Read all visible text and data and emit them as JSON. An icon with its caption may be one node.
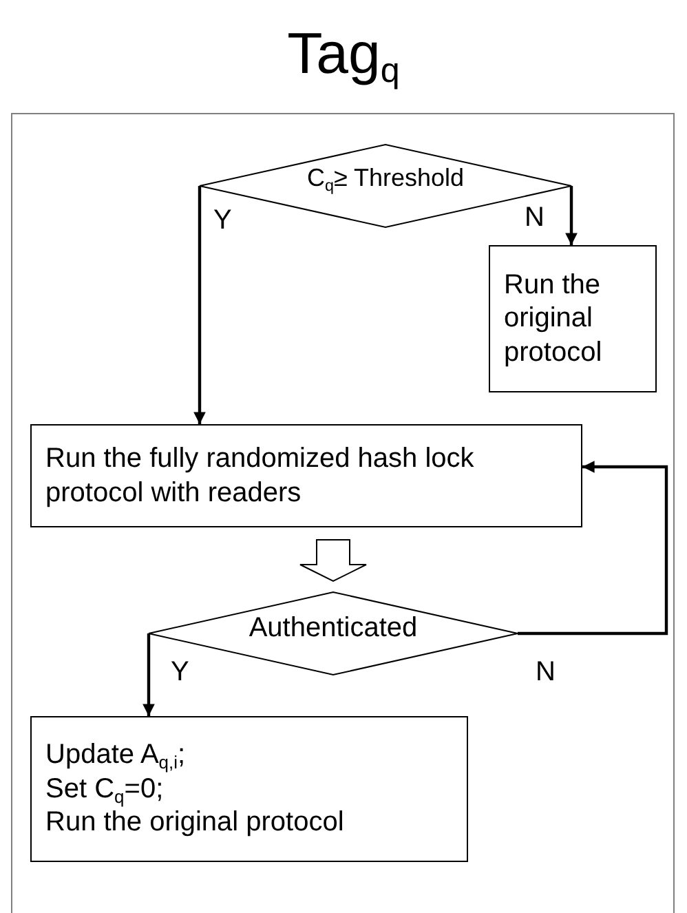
{
  "diagram": {
    "title": "Tag$_{q}$",
    "nodes": [
      {
        "text": [
          "C$_{q}$≥ Threshold"
        ]
      },
      {
        "text": [
          "Run the original protocol"
        ]
      },
      {
        "text": [
          "Run the fully randomized hash lock protocol with readers"
        ]
      },
      {
        "text": [
          "Authenticated"
        ]
      },
      {
        "text": [
          "Update A$_{q,i}$;",
          "Set C$_{q}$=0;",
          "Run the original protocol"
        ]
      }
    ],
    "edges": [
      {
        "from": 0,
        "to": 1,
        "arrow": "to",
        "label": "N"
      },
      {
        "from": 0,
        "to": 2,
        "arrow": "to",
        "label": "Y"
      },
      {
        "from": 2,
        "to": 3,
        "arrow": "to"
      },
      {
        "from": 3,
        "to": 2,
        "arrow": "to",
        "label": "N"
      },
      {
        "from": 3,
        "to": 4,
        "arrow": "to",
        "label": "Y"
      }
    ]
  }
}
